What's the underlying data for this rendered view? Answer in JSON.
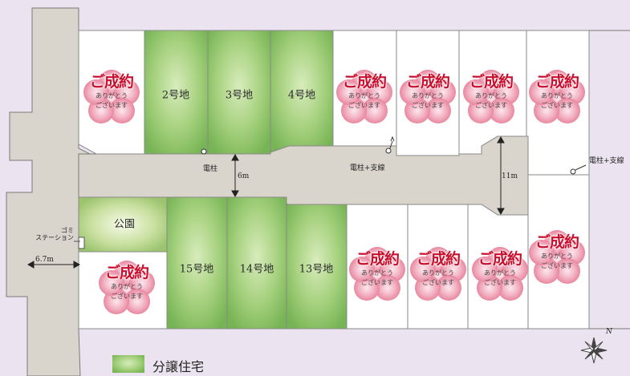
{
  "lots_for_sale": [
    "2号地",
    "3号地",
    "4号地",
    "15号地",
    "14号地",
    "13号地"
  ],
  "sold_badge": {
    "title": "ご成約",
    "line1": "ありがとう",
    "line2": "ございます"
  },
  "park": "公園",
  "garbage_station": {
    "line1": "ゴミ",
    "line2": "ステーション"
  },
  "utility_pole": "電柱",
  "pole_guy_wire": "電柱+支線",
  "road_widths": {
    "main_road": "6m",
    "east_road": "11m",
    "west_road": "6.7m"
  },
  "legend": {
    "label": "分譲住宅"
  },
  "north_mark": "N",
  "colors": {
    "lot_green": "#8cc56a",
    "sold_pink": "#e86b88",
    "sold_text": "#c8102e",
    "road": "#d9d4cc",
    "background": "#ebe4f0"
  }
}
